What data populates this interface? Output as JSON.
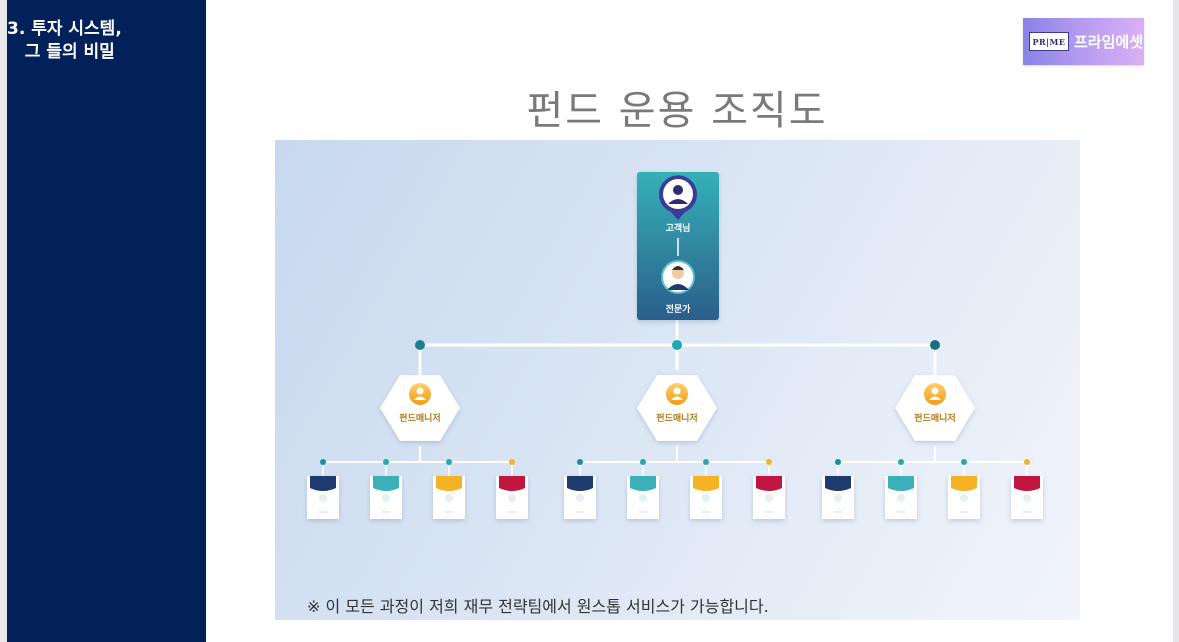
{
  "sidebar": {
    "title": "3. 투자 시스템,\n   그 들의 비밀"
  },
  "logo": {
    "mark": "PR|ME",
    "name": "프라임에셋"
  },
  "page_title": "펀드 운용 조직도",
  "diagram": {
    "top": {
      "client_label": "고객님",
      "expert_label": "전문가"
    },
    "managers": [
      {
        "label": "펀드매니저"
      },
      {
        "label": "펀드매니저"
      },
      {
        "label": "펀드매니저"
      }
    ],
    "branch_card_colors": [
      "#1e3a6e",
      "#3bb0b8",
      "#f5b324",
      "#c0163f"
    ],
    "dot_colors": {
      "top": "#1a8fa3",
      "branch": [
        "#1a8f9a",
        "#2aa8a8",
        "#2aa8a8",
        "#f2b624"
      ]
    }
  },
  "footnote": "※ 이 모든 과정이 저희 재무 전략팀에서 원스톱 서비스가 가능합니다."
}
